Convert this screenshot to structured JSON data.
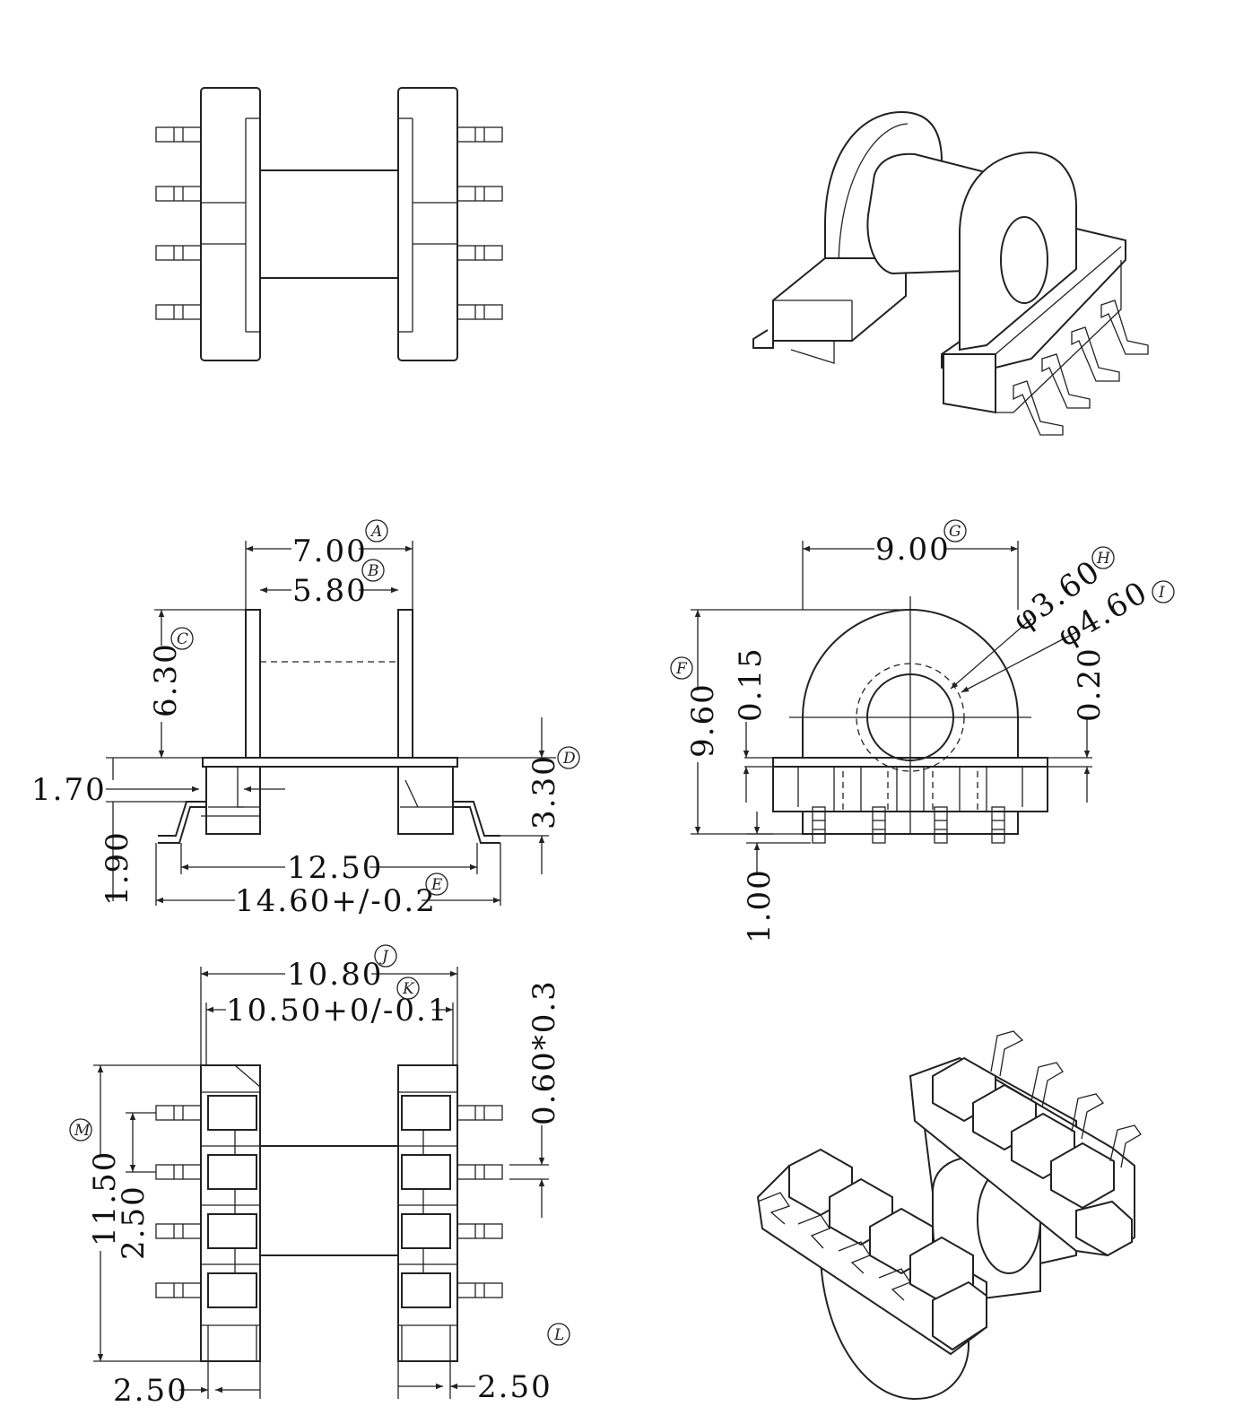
{
  "dimensions": {
    "d_7_00": "7.00",
    "d_5_80": "5.80",
    "d_6_30": "6.30",
    "d_1_70": "1.70",
    "d_1_90": "1.90",
    "d_3_30": "3.30",
    "d_12_50": "12.50",
    "d_14_60": "14.60+/-0.2",
    "d_9_00": "9.00",
    "d_3_60": "φ3.60",
    "d_4_60": "φ4.60",
    "d_9_60": "9.60",
    "d_0_15": "0.15",
    "d_0_20": "0.20",
    "d_1_00": "1.00",
    "d_10_80": "10.80",
    "d_10_50": "10.50+0/-0.1",
    "d_0_60": "0.60*0.3",
    "d_11_50": "11.50",
    "d_2_50_v": "2.50",
    "d_2_50_left": "2.50",
    "d_2_50_right": "2.50"
  },
  "labels": {
    "A": "A",
    "B": "B",
    "C": "C",
    "D": "D",
    "E": "E",
    "F": "F",
    "G": "G",
    "H": "H",
    "I": "I",
    "J": "J",
    "K": "K",
    "L": "L",
    "M": "M"
  }
}
